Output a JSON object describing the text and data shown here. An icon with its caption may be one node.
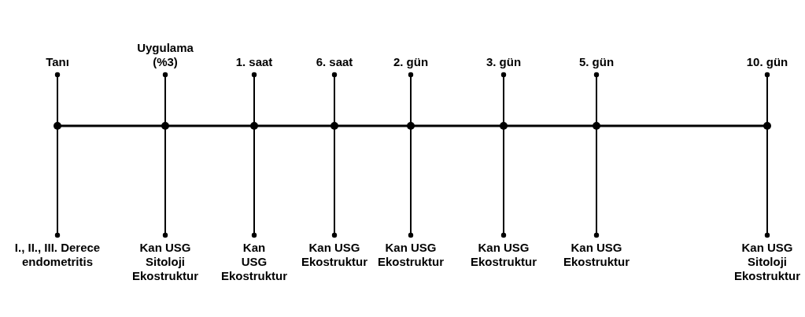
{
  "diagram": {
    "nodes": [
      {
        "text": [
          "Tanı"
        ]
      },
      {
        "text": [
          "Uygulama (%3)"
        ]
      },
      {
        "text": [
          "1. saat"
        ]
      },
      {
        "text": [
          "6. saat"
        ]
      },
      {
        "text": [
          "2. gün"
        ]
      },
      {
        "text": [
          "3. gün"
        ]
      },
      {
        "text": [
          "5. gün"
        ]
      },
      {
        "text": [
          "10. gün"
        ]
      },
      {
        "text": [
          "I., II., III. Derece endometritis"
        ]
      },
      {
        "text": [
          "Kan USG",
          "Sitoloji",
          "Ekostruktur"
        ]
      },
      {
        "text": [
          "Kan",
          "USG",
          "Ekostruktur"
        ]
      },
      {
        "text": [
          "Kan USG",
          "Ekostruktur"
        ]
      },
      {
        "text": [
          "Kan USG",
          "Ekostruktur"
        ]
      },
      {
        "text": [
          "Kan USG",
          "Ekostruktur"
        ]
      },
      {
        "text": [
          "Kan USG",
          "Ekostruktur"
        ]
      },
      {
        "text": [
          "Kan USG",
          "Sitoloji",
          "Ekostruktur"
        ]
      }
    ],
    "edges": [
      {
        "from": 0,
        "to": 8,
        "arrow": "other"
      },
      {
        "from": 1,
        "to": 9,
        "arrow": "other"
      },
      {
        "from": 2,
        "to": 10,
        "arrow": "other"
      },
      {
        "from": 3,
        "to": 11,
        "arrow": "other"
      },
      {
        "from": 4,
        "to": 12,
        "arrow": "other"
      },
      {
        "from": 5,
        "to": 13,
        "arrow": "other"
      },
      {
        "from": 6,
        "to": 14,
        "arrow": "other"
      },
      {
        "from": 7,
        "to": 15,
        "arrow": "other"
      }
    ]
  }
}
